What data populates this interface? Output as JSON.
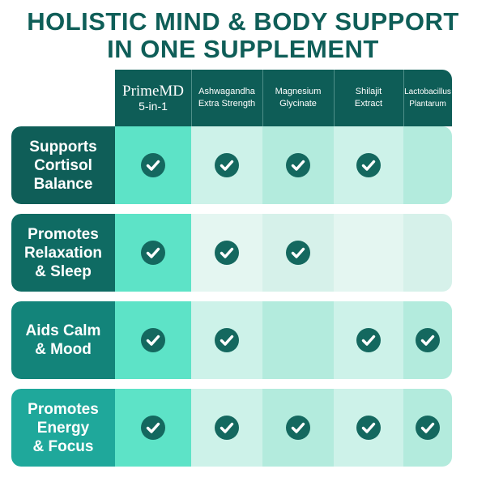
{
  "title": {
    "line1": "HOLISTIC MIND & BODY SUPPORT",
    "line2": "IN ONE SUPPLEMENT"
  },
  "columns": [
    {
      "brand": "PrimeMD",
      "sub": "5-in-1"
    },
    {
      "line1": "Ashwagandha",
      "line2": "Extra Strength"
    },
    {
      "line1": "Magnesium",
      "line2": "Glycinate"
    },
    {
      "line1": "Shilajit",
      "line2": "Extract"
    },
    {
      "line1": "Lactobacillus",
      "line2": "Plantarum"
    }
  ],
  "rows": [
    {
      "lines": [
        "Supports",
        "Cortisol",
        "Balance"
      ],
      "checks": [
        true,
        true,
        true,
        true,
        false
      ]
    },
    {
      "lines": [
        "Promotes",
        "Relaxation",
        "& Sleep"
      ],
      "checks": [
        true,
        true,
        true,
        false,
        false
      ]
    },
    {
      "lines": [
        "Aids Calm",
        "& Mood"
      ],
      "checks": [
        true,
        true,
        false,
        true,
        true
      ]
    },
    {
      "lines": [
        "Promotes",
        "Energy",
        "& Focus"
      ],
      "checks": [
        true,
        true,
        true,
        true,
        true
      ]
    }
  ],
  "colors": {
    "dark_teal": "#0e5d57",
    "title_teal": "#0f5e58",
    "check_circle": "#14685f",
    "row_label_bgs": [
      "#0f5e58",
      "#0f6b63",
      "#13847a",
      "#1fa89b"
    ],
    "brand_col_bg": "#5de3c7",
    "row_bgs": [
      "#b3ebdd",
      "#d6f1ea",
      "#b3ebdd",
      "#b3ebdd"
    ]
  },
  "icons": {
    "check": "check-circle-icon"
  }
}
